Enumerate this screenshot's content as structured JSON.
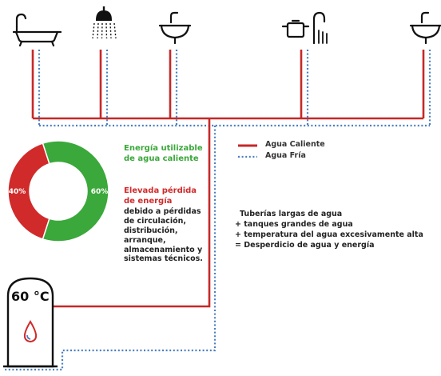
{
  "colors": {
    "hot": "#c62828",
    "cold": "#4a7fc0",
    "green": "#3aa83a",
    "red": "#d02a2a",
    "black": "#111111"
  },
  "fixtures": [
    "bathtub-icon",
    "shower-icon",
    "sink-icon",
    "stove-pot-faucet-icon",
    "sink-icon"
  ],
  "legend": {
    "hot_label": "Agua Caliente",
    "cold_label": "Agua Fría"
  },
  "chart_data": {
    "type": "pie",
    "labels": [
      "40%",
      "60%"
    ],
    "values": [
      40,
      60
    ],
    "colors": [
      "#d02a2a",
      "#3aa83a"
    ]
  },
  "energy": {
    "usable_title": "Energía utilizable\nde agua caliente",
    "loss_title": "Elevada pérdida\nde energía",
    "loss_desc": "debido a pérdidas\nde circulación,\ndistribución,\narranque,\nalmacenamiento y\nsistemas técnicos."
  },
  "problems": {
    "title": "Tuberías largas de agua",
    "items": [
      "+ tanques grandes de agua",
      "+ temperatura del agua excesivamente alta",
      "= Desperdicio de agua y energía"
    ]
  },
  "heater": {
    "temperature": "60 °C"
  }
}
